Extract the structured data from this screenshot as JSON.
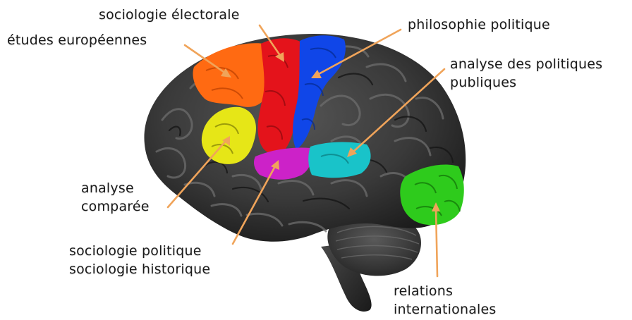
{
  "labels": {
    "sociologie_electorale": "sociologie électorale",
    "etudes_europeennes": "études européennes",
    "philosophie_politique": "philosophie politique",
    "analyse_politiques_line1": "analyse des politiques",
    "analyse_politiques_line2": "publiques",
    "analyse_comparee_line1": "analyse",
    "analyse_comparee_line2": "comparée",
    "sociologie_line1": "sociologie politique",
    "sociologie_line2": "sociologie historique",
    "relations_line1": "relations",
    "relations_line2": "internationales"
  },
  "colors": {
    "brain": "#3a3a3a",
    "brain_dark": "#1e1e1e",
    "gyri_highlight": "#5b5b5b",
    "arrow": "#f0a45a",
    "orange_region": "#ff6a12",
    "red_region": "#e4131b",
    "blue_region": "#1046e8",
    "yellow_region": "#e6e617",
    "magenta_region": "#cc22c8",
    "cyan_region": "#19c3c9",
    "green_region": "#2ecb1c"
  }
}
